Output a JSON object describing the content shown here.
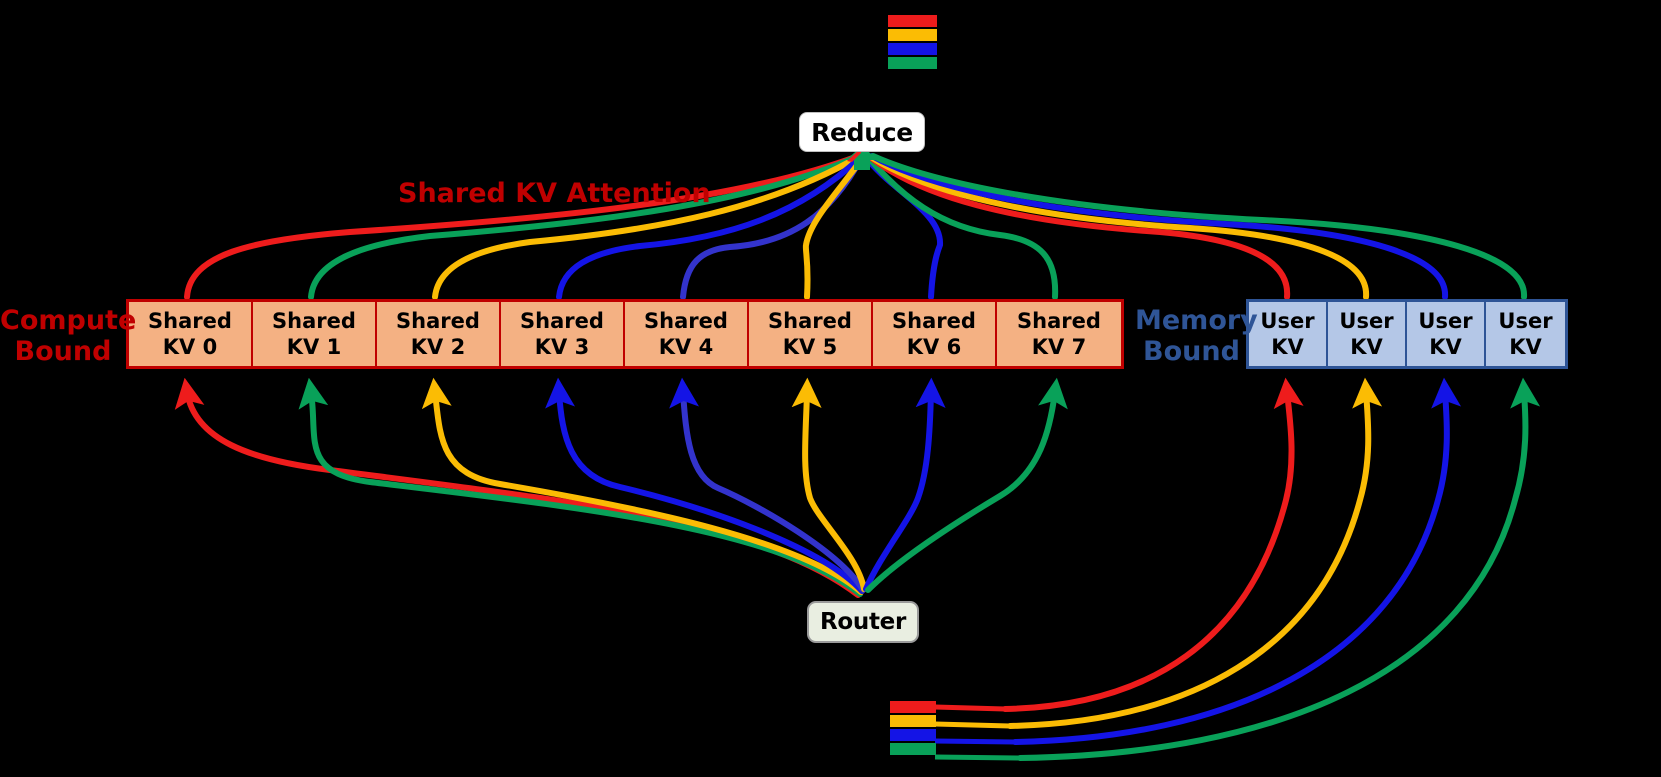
{
  "diagram": {
    "title": "Shared KV Attention routing diagram",
    "background": "#000000"
  },
  "colors": {
    "red": "#ee1c1c",
    "yellow": "#fbbc04",
    "blue": "#1414e6",
    "green": "#09a159",
    "shared_kv_fill": "#f4b183",
    "shared_kv_border": "#c00000",
    "user_kv_fill": "#b4c7e7",
    "user_kv_border": "#2e5496",
    "compute_bound_text": "#c00000",
    "memory_bound_text": "#2f5597",
    "reduce_fill": "#ffffff",
    "router_fill": "#e9eee1"
  },
  "labels": {
    "shared_kv_attention": "Shared KV Attention",
    "compute_bound": "Compute Bound",
    "memory_bound": "Memory Bound",
    "reduce": "Reduce",
    "router": "Router"
  },
  "top_token_stack": {
    "name": "output-token-stack",
    "bars": [
      "#ee1c1c",
      "#fbbc04",
      "#1414e6",
      "#09a159"
    ]
  },
  "bottom_token_stack": {
    "name": "input-token-stack",
    "bars": [
      "#ee1c1c",
      "#fbbc04",
      "#1414e6",
      "#09a159"
    ]
  },
  "shared_kv_boxes": [
    {
      "line1": "Shared",
      "line2": "KV 0",
      "route_color": "#ee1c1c"
    },
    {
      "line1": "Shared",
      "line2": "KV 1",
      "route_color": "#09a159"
    },
    {
      "line1": "Shared",
      "line2": "KV 2",
      "route_color": "#fbbc04"
    },
    {
      "line1": "Shared",
      "line2": "KV 3",
      "route_color": "#1414e6"
    },
    {
      "line1": "Shared",
      "line2": "KV 4",
      "route_color": "#1414e6"
    },
    {
      "line1": "Shared",
      "line2": "KV 5",
      "route_color": "#fbbc04"
    },
    {
      "line1": "Shared",
      "line2": "KV 6",
      "route_color": "#1414e6"
    },
    {
      "line1": "Shared",
      "line2": "KV 7",
      "route_color": "#09a159"
    }
  ],
  "user_kv_boxes": [
    {
      "line1": "User",
      "line2": "KV",
      "route_color": "#ee1c1c"
    },
    {
      "line1": "User",
      "line2": "KV",
      "route_color": "#fbbc04"
    },
    {
      "line1": "User",
      "line2": "KV",
      "route_color": "#1414e6"
    },
    {
      "line1": "User",
      "line2": "KV",
      "route_color": "#09a159"
    }
  ]
}
